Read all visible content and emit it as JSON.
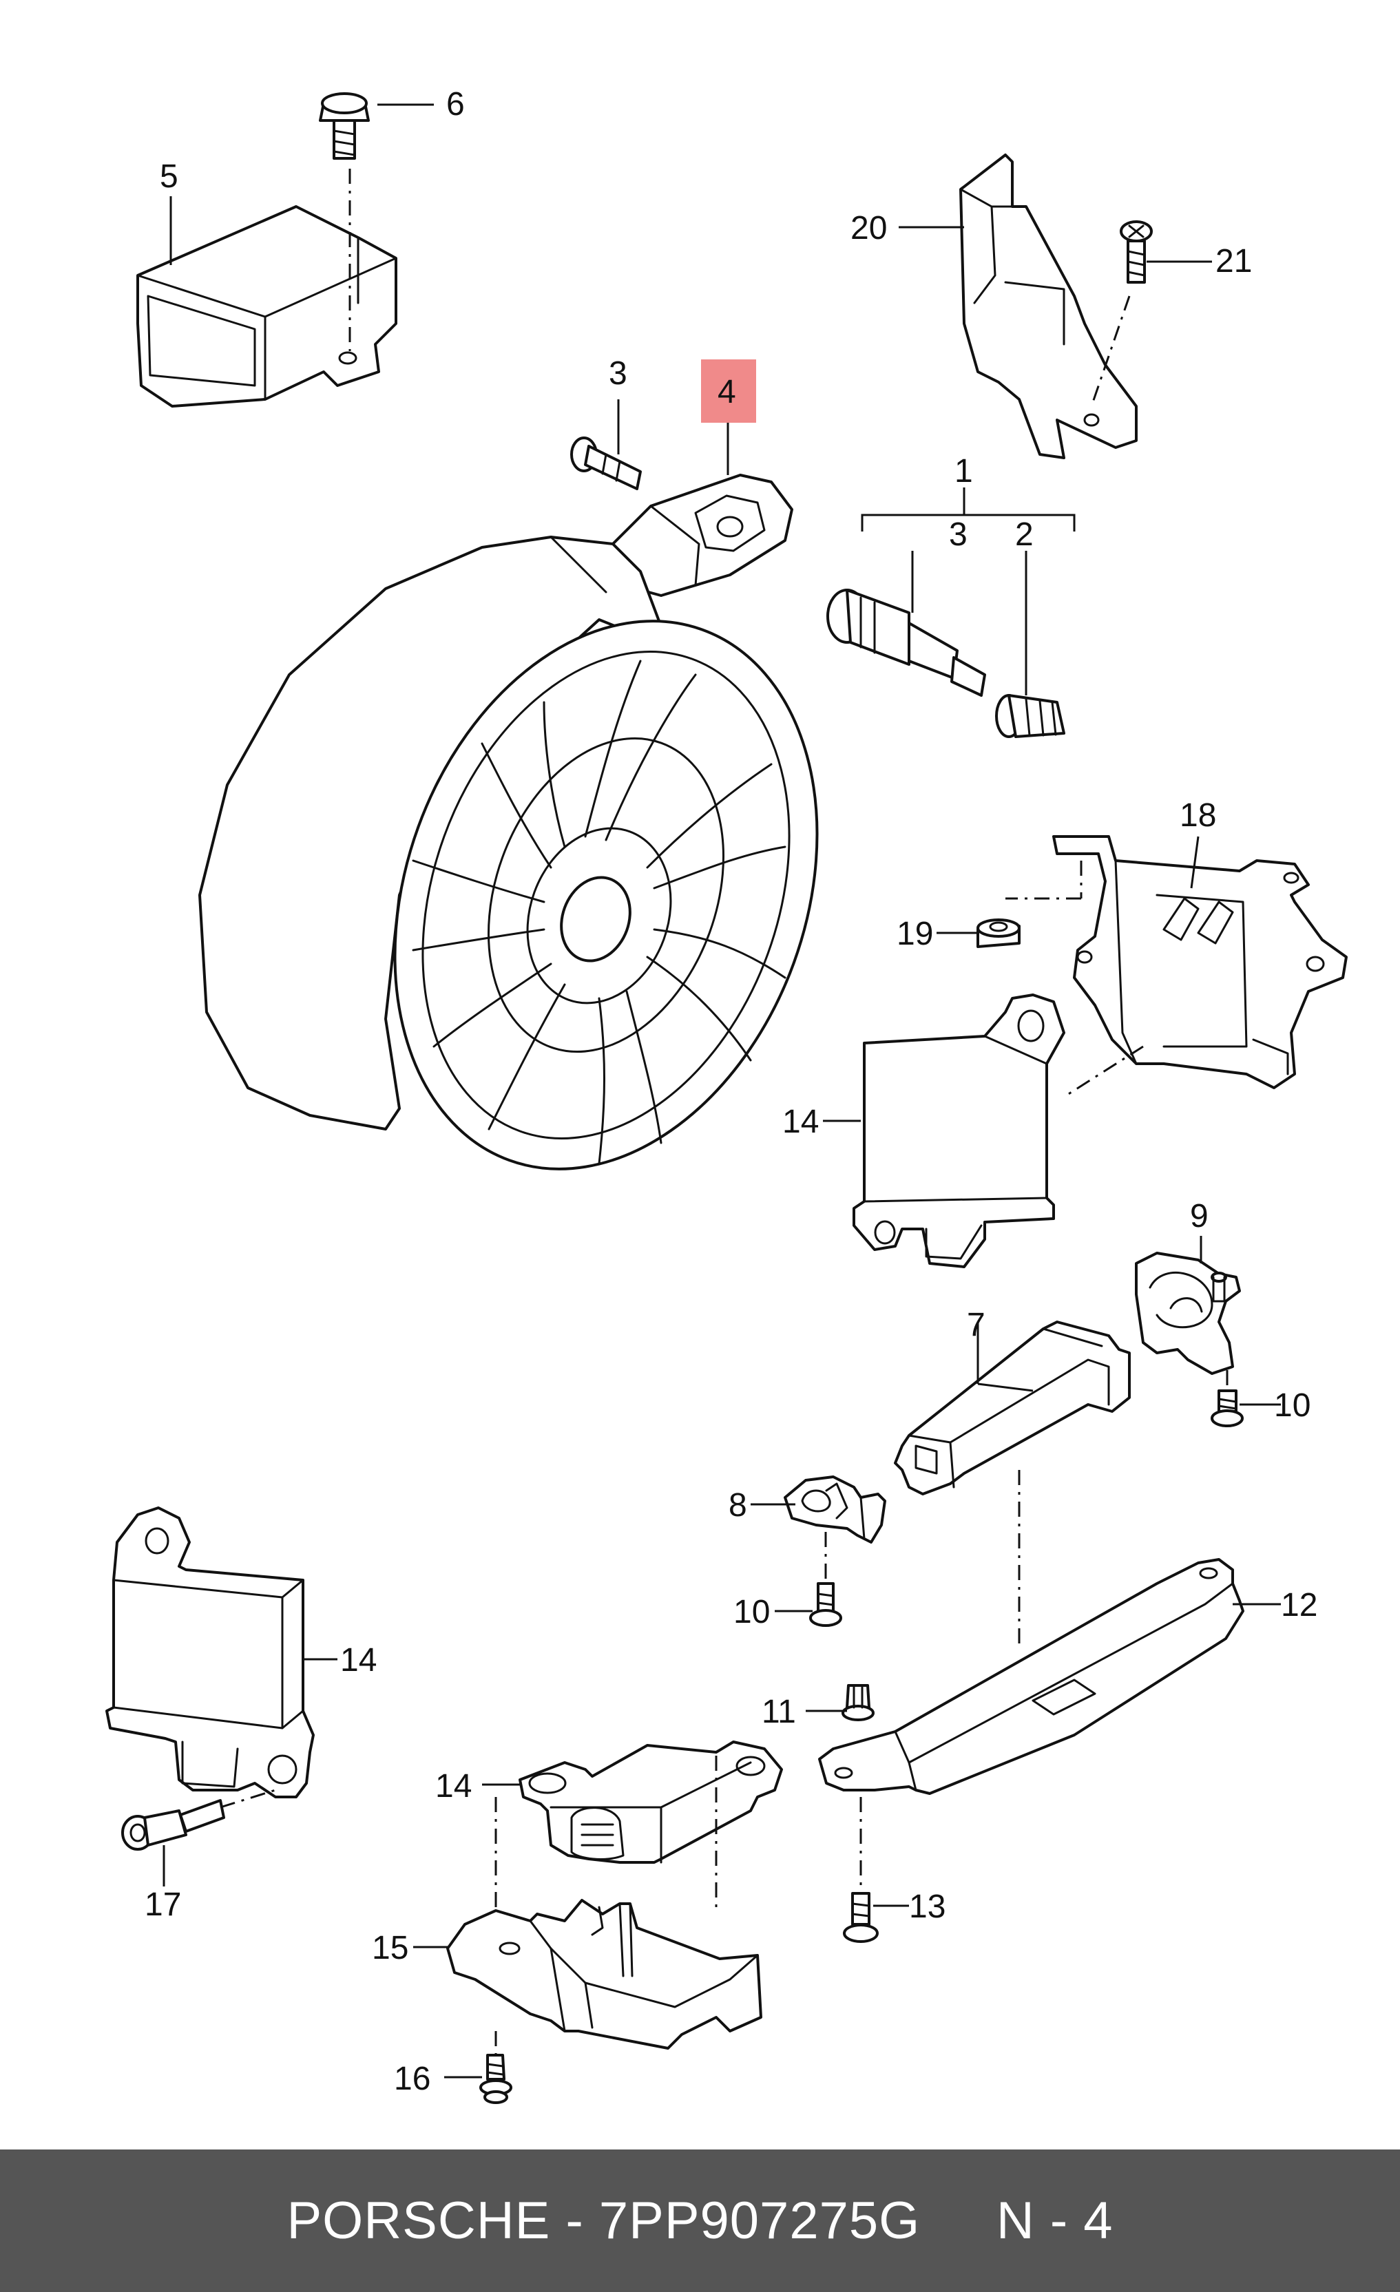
{
  "diagram": {
    "highlight_color": "#f08a8a",
    "callouts": [
      {
        "id": "c1",
        "text": "1"
      },
      {
        "id": "c2",
        "text": "2"
      },
      {
        "id": "c3a",
        "text": "3"
      },
      {
        "id": "c3b",
        "text": "3"
      },
      {
        "id": "c4",
        "text": "4",
        "highlighted": true
      },
      {
        "id": "c5",
        "text": "5"
      },
      {
        "id": "c6",
        "text": "6"
      },
      {
        "id": "c7",
        "text": "7"
      },
      {
        "id": "c8",
        "text": "8"
      },
      {
        "id": "c9",
        "text": "9"
      },
      {
        "id": "c10a",
        "text": "10"
      },
      {
        "id": "c10b",
        "text": "10"
      },
      {
        "id": "c11",
        "text": "11"
      },
      {
        "id": "c12",
        "text": "12"
      },
      {
        "id": "c13",
        "text": "13"
      },
      {
        "id": "c14a",
        "text": "14"
      },
      {
        "id": "c14b",
        "text": "14"
      },
      {
        "id": "c14c",
        "text": "14"
      },
      {
        "id": "c15",
        "text": "15"
      },
      {
        "id": "c16",
        "text": "16"
      },
      {
        "id": "c17",
        "text": "17"
      },
      {
        "id": "c18",
        "text": "18"
      },
      {
        "id": "c19",
        "text": "19"
      },
      {
        "id": "c20",
        "text": "20"
      },
      {
        "id": "c21",
        "text": "21"
      }
    ]
  },
  "footer": {
    "background": "#555555",
    "text": "PORSCHE - 7PP907275G     N - 4"
  }
}
